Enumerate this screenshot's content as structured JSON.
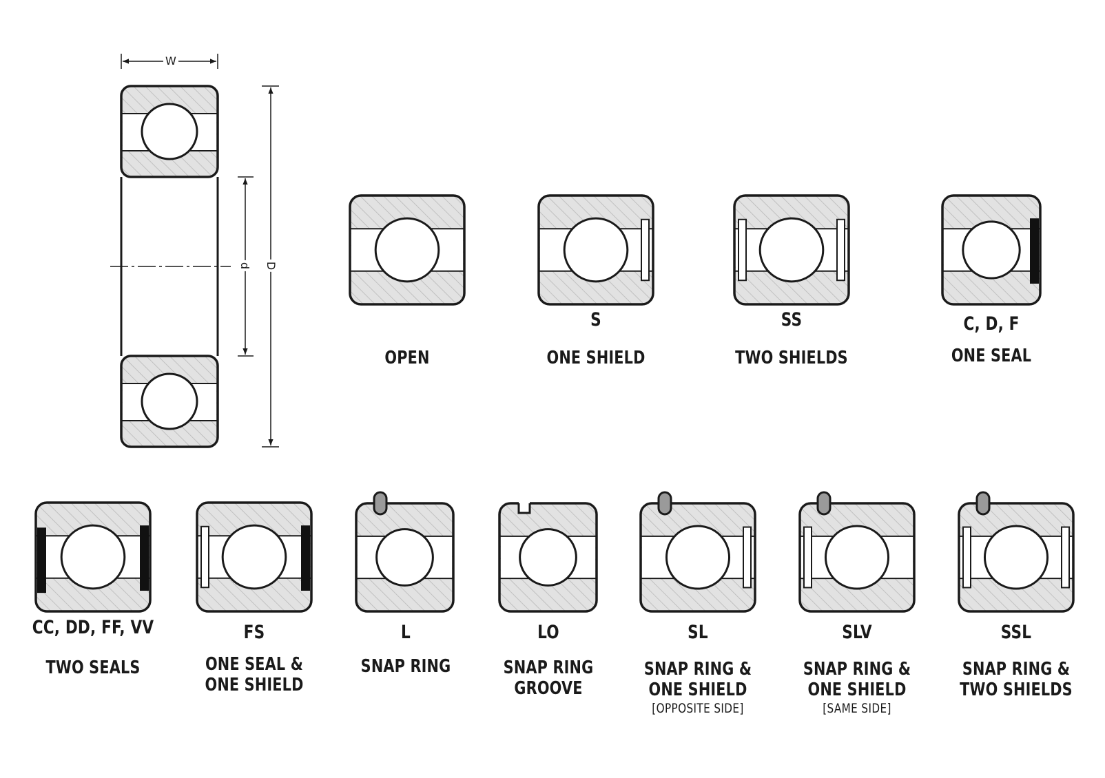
{
  "dimensions": {
    "width": "W",
    "bore": "d",
    "outer": "D"
  },
  "bearing_types": [
    {
      "id": "open",
      "code": "",
      "name": [
        "OPEN"
      ],
      "note": ""
    },
    {
      "id": "s",
      "code": "S",
      "name": [
        "ONE SHIELD"
      ],
      "note": ""
    },
    {
      "id": "ss",
      "code": "SS",
      "name": [
        "TWO SHIELDS"
      ],
      "note": ""
    },
    {
      "id": "cdf",
      "code": "C, D, F",
      "name": [
        "ONE SEAL"
      ],
      "note": ""
    },
    {
      "id": "ccddffvv",
      "code": "CC, DD, FF, VV",
      "name": [
        "TWO SEALS"
      ],
      "note": ""
    },
    {
      "id": "fs",
      "code": "FS",
      "name": [
        "ONE SEAL &",
        "ONE SHIELD"
      ],
      "note": ""
    },
    {
      "id": "l",
      "code": "L",
      "name": [
        "SNAP RING"
      ],
      "note": ""
    },
    {
      "id": "lo",
      "code": "LO",
      "name": [
        "SNAP RING",
        "GROOVE"
      ],
      "note": ""
    },
    {
      "id": "sl",
      "code": "SL",
      "name": [
        "SNAP RING &",
        "ONE SHIELD"
      ],
      "note": "[OPPOSITE SIDE]"
    },
    {
      "id": "slv",
      "code": "SLV",
      "name": [
        "SNAP RING &",
        "ONE SHIELD"
      ],
      "note": "[SAME SIDE]"
    },
    {
      "id": "ssl",
      "code": "SSL",
      "name": [
        "SNAP RING &",
        "TWO SHIELDS"
      ],
      "note": ""
    }
  ]
}
